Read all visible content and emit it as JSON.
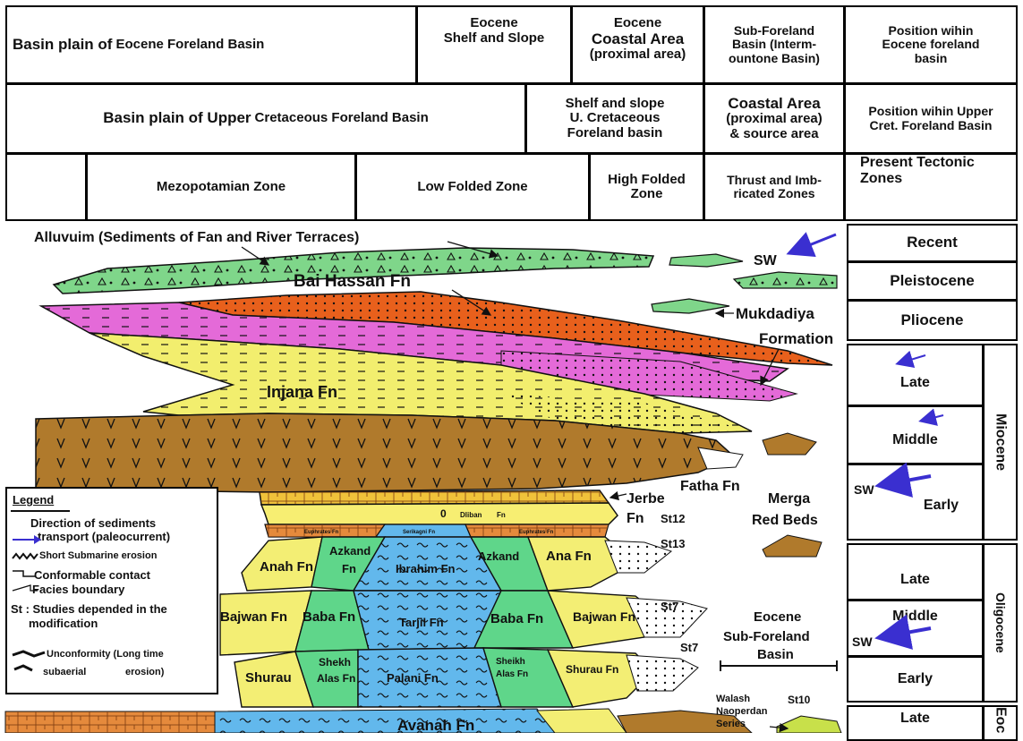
{
  "row1": {
    "basin_plain_a": "Basin plain of ",
    "basin_plain_b": "Eocene Foreland Basin",
    "eocene_shelf_1": "Eocene",
    "eocene_shelf_2": "Shelf and Slope",
    "coastal_1": "Eocene",
    "coastal_2": "Coastal Area",
    "coastal_3": "(proximal area)",
    "subforeland_1": "Sub-Foreland",
    "subforeland_2": "Basin (Interm-",
    "subforeland_3": "ountone Basin)",
    "position_1": "Position wihin",
    "position_2": "Eocene  foreland",
    "position_3": "basin"
  },
  "row2": {
    "basin_plain_a": "Basin plain of Upper ",
    "basin_plain_b": "Cretaceous Foreland Basin",
    "shelf_1": "Shelf and slope",
    "shelf_2": "U. Cretaceous",
    "shelf_3": "Foreland basin",
    "coastal_1": "Coastal Area",
    "coastal_2": "(proximal area)",
    "coastal_3": "& source area",
    "position_1": "Position wihin Upper",
    "position_2": "Cret. Foreland Basin"
  },
  "row3": {
    "mezopotamian": "Mezopotamian Zone",
    "low_folded": "Low Folded Zone",
    "high_folded_1": "High Folded",
    "high_folded_2": "Zone",
    "thrust_1": "Thrust and Imb-",
    "thrust_2": "ricated Zones",
    "present_1": "Present Tectonic",
    "present_2": "Zones"
  },
  "time_scale": {
    "recent": "Recent",
    "pleistocene": "Pleistocene",
    "pliocene": "Pliocene",
    "miocene": "Miocene",
    "mio_late": "Late",
    "mio_middle": "Middle",
    "mio_early": "Early",
    "oligocene": "Oligocene",
    "oli_late": "Late",
    "oli_middle": "Middle",
    "oli_early": "Early",
    "eocene_late": "Late",
    "eocene": "Eoc",
    "sw": "SW"
  },
  "formations": {
    "alluvium": "Alluvuim (Sediments of Fan and River Terraces)",
    "bai_hassan": "Bai Hassan Fn",
    "mukdadiya_1": "Mukdadiya",
    "mukdadiya_2": "Formation",
    "injana": "Injana Fn",
    "fatha": "Fatha Fn",
    "jerbe_1": "Jerbe",
    "jerbe_2": "Fn",
    "merga_1": "Merga",
    "merga_2": "Red Beds",
    "dhiban_0": "0",
    "dhiban": "Dliban",
    "dhiban_fn": "Fn",
    "euphrates_small": "Euphrates Fn",
    "serikagni_small": "Serikagni Fn",
    "euphrates_small_2": "Euphrates Fn",
    "st12": "St12",
    "st13": "St13",
    "st7_a": "St7",
    "st7_b": "St7",
    "st10": "St10",
    "anah": "Anah Fn",
    "azkand_1": "Azkand",
    "azkand_2": "Fn",
    "ibrahim": "Ibrahim Fn",
    "azkand_r": "Azkand",
    "ana_r": "Ana Fn",
    "bajwan_l": "Bajwan Fn",
    "baba_l": "Baba Fn",
    "tarjil": "Tarjil Fn",
    "baba_r": "Baba Fn",
    "bajwan_r": "Bajwan Fn",
    "shurau_l": "Shurau",
    "shekh_1": "Shekh",
    "shekh_2": "Alas Fn",
    "palani": "Palani Fn",
    "sheikh_r_1": "Sheikh",
    "sheikh_r_2": "Alas Fn",
    "shurau_r": "Shurau Fn",
    "avanah": "Avanah Fn",
    "eocene_sub_1": "Eocene",
    "eocene_sub_2": "Sub-Foreland",
    "eocene_sub_3": "Basin",
    "walash_1": "Walash",
    "walash_2": "Naoperdan",
    "walash_3": "Series",
    "sw_arrow": "SW"
  },
  "legend": {
    "title": "Legend",
    "direction_1": "Direction of sediments",
    "direction_2": "transport (paleocurrent)",
    "short_erosion": "Short Submarine erosion",
    "conformable": "Conformable contact",
    "facies": "Facies boundary",
    "studies_1": "St : Studies depended in  the",
    "studies_2": "modification",
    "unconformity_1": "Unconformity (Long time",
    "unconformity_2": "subaerial",
    "unconformity_3": "erosion)"
  },
  "colors": {
    "alluvium": "#7fd68a",
    "bai_hassan": "#e8601c",
    "mukdadiya": "#e46ad8",
    "injana": "#f2ee6e",
    "fatha": "#b07a2c",
    "jerbe": "#f0c23a",
    "dhiban": "#f7ee72",
    "limestone": "#e58a3c",
    "green_fn": "#5fd68a",
    "blue_fn": "#62b8ec",
    "yellow_fn": "#f3ee74",
    "arrow": "#3a2fd0"
  }
}
